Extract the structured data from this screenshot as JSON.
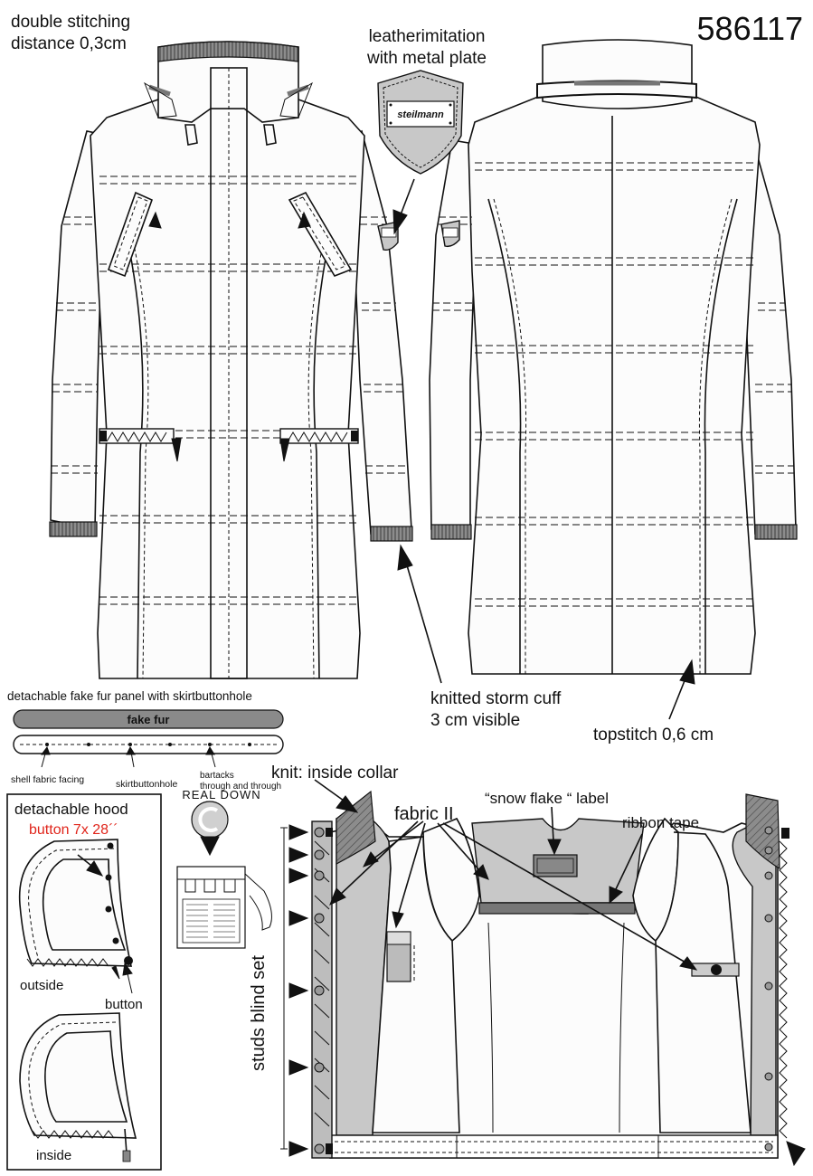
{
  "style_number": "586117",
  "labels": {
    "double_stitching": [
      "double stitching",
      "distance 0,3cm"
    ],
    "leather_imitation": [
      "leatherimitation",
      "with metal plate"
    ],
    "badge_text": "steilmann",
    "knitted_cuff": [
      "knitted storm cuff",
      "3 cm visible"
    ],
    "topstitch": "topstitch 0,6 cm",
    "fake_fur_panel_title": "detachable fake fur panel with skirtbuttonhole",
    "fake_fur": "fake fur",
    "shell_fabric_facing": "shell fabric facing",
    "skirtbuttonhole": "skirtbuttonhole",
    "bartacks": [
      "bartacks",
      "through and through"
    ],
    "knit_inside_collar": "knit: inside collar",
    "real_down": "REAL DOWN",
    "fabric_ii": "fabric II",
    "snow_flake_label": "“snow flake “ label",
    "ribbon_tape": "ribbon tape",
    "studs_blind_set": "studs blind set",
    "detachable_hood": "detachable hood",
    "hood_button_spec": "button 7x 28´´",
    "outside": "outside",
    "button": "button",
    "inside": "inside"
  },
  "colors": {
    "hood_button_spec": "#e0251b",
    "fabric_ii": "#c8c8c8",
    "knit": "#7a7a7a",
    "outline": "#111111"
  }
}
